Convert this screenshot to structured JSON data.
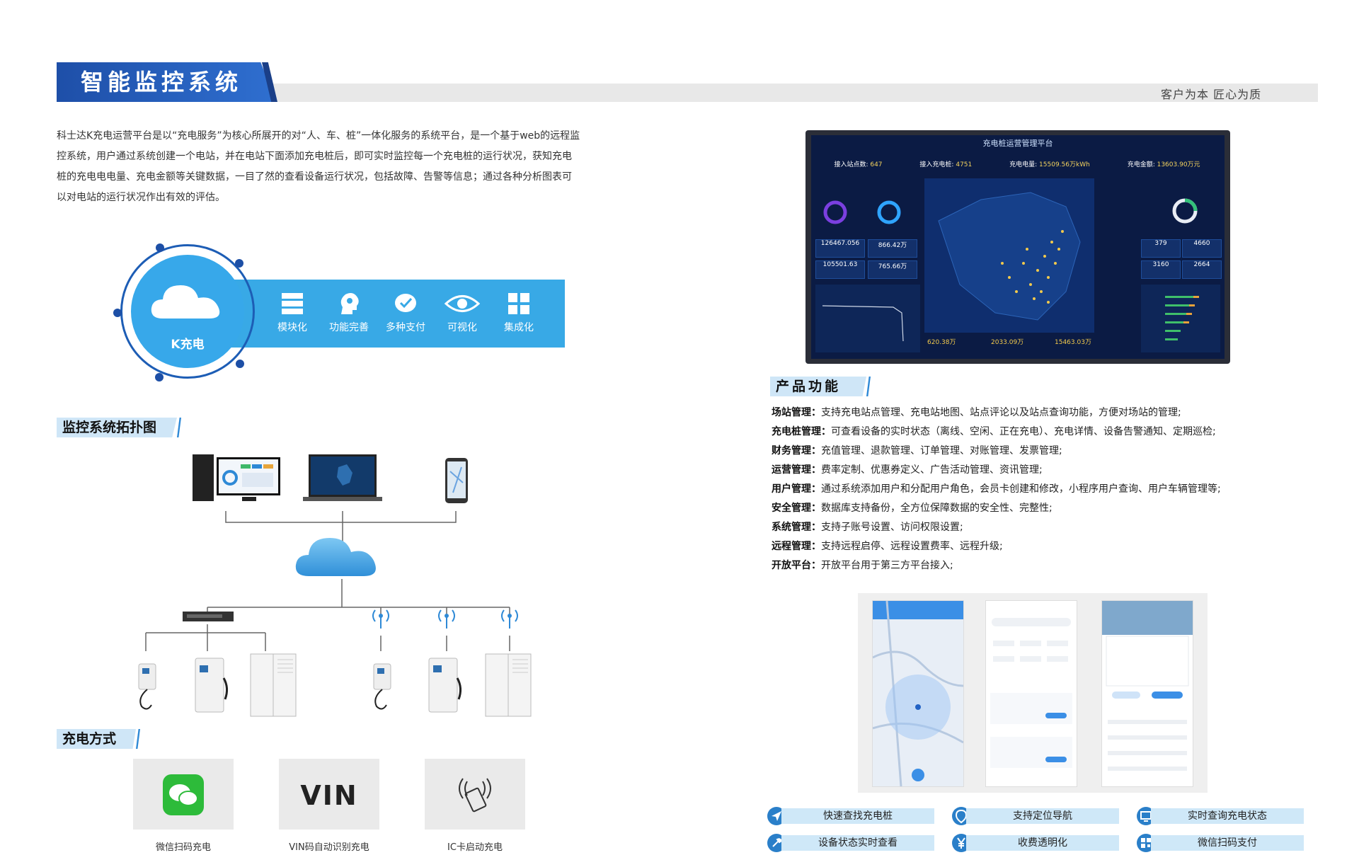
{
  "header": {
    "title": "智能监控系统",
    "slogan": "客户为本  匠心为质"
  },
  "intro": "科士达K充电运营平台是以“充电服务”为核心所展开的对“人、车、桩”一体化服务的系统平台，是一个基于web的远程监控系统，用户通过系统创建一个电站，并在电站下面添加充电桩后，即可实时监控每一个充电桩的运行状况，获知充电桩的充电电电量、充电金额等关键数据，一目了然的查看设备运行状况，包括故障、告警等信息；通过各种分析图表可以对电站的运行状况作出有效的评估。",
  "hub": {
    "label": "K充电",
    "features": [
      "模块化",
      "功能完善",
      "多种支付",
      "可视化",
      "集成化"
    ]
  },
  "topology": {
    "title": "监控系统拓扑图"
  },
  "charging": {
    "title": "充电方式",
    "methods": [
      {
        "label": "微信扫码充电",
        "icon_text": ""
      },
      {
        "label": "VIN码自动识别充电",
        "icon_text": "VIN"
      },
      {
        "label": "IC卡启动充电",
        "icon_text": ""
      }
    ]
  },
  "dashboard": {
    "title": "充电桩运营管理平台",
    "stats": [
      {
        "label": "接入站点数:",
        "value": "647"
      },
      {
        "label": "接入充电桩:",
        "value": "4751"
      },
      {
        "label": "充电电量:",
        "value": "15509.56万kWh"
      },
      {
        "label": "充电金额:",
        "value": "13603.90万元"
      }
    ],
    "left_values": [
      "126467.056",
      "866.42万",
      "105501.63",
      "765.66万"
    ],
    "right_values": [
      "379",
      "4660",
      "3160",
      "2664"
    ],
    "bottom_values": [
      "620.38万",
      "2033.09万",
      "15463.03万"
    ]
  },
  "product": {
    "title": "产品功能",
    "items": [
      {
        "name": "场站管理：",
        "desc": "支持充电站点管理、充电站地图、站点评论以及站点查询功能，方便对场站的管理;"
      },
      {
        "name": "充电桩管理：",
        "desc": "可查看设备的实时状态（离线、空闲、正在充电）、充电详情、设备告警通知、定期巡检;"
      },
      {
        "name": "财务管理：",
        "desc": "充值管理、退款管理、订单管理、对账管理、发票管理;"
      },
      {
        "name": "运营管理：",
        "desc": "费率定制、优惠券定义、广告活动管理、资讯管理;"
      },
      {
        "name": "用户管理：",
        "desc": "通过系统添加用户和分配用户角色，会员卡创建和修改，小程序用户查询、用户车辆管理等;"
      },
      {
        "name": "安全管理：",
        "desc": "数据库支持备份，全方位保障数据的安全性、完整性;"
      },
      {
        "name": "系统管理：",
        "desc": "支持子账号设置、访问权限设置;"
      },
      {
        "name": "远程管理：",
        "desc": "支持远程启停、远程设置费率、远程升级;"
      },
      {
        "name": "开放平台：",
        "desc": "开放平台用于第三方平台接入;"
      }
    ]
  },
  "app_tags": [
    "快速查找充电桩",
    "支持定位导航",
    "实时查询充电状态",
    "设备状态实时查看",
    "收费透明化",
    "微信扫码支付"
  ],
  "colors": {
    "primary": "#1e4fa8",
    "accent": "#38a9e6",
    "tag_bg": "#cfe8f8"
  }
}
